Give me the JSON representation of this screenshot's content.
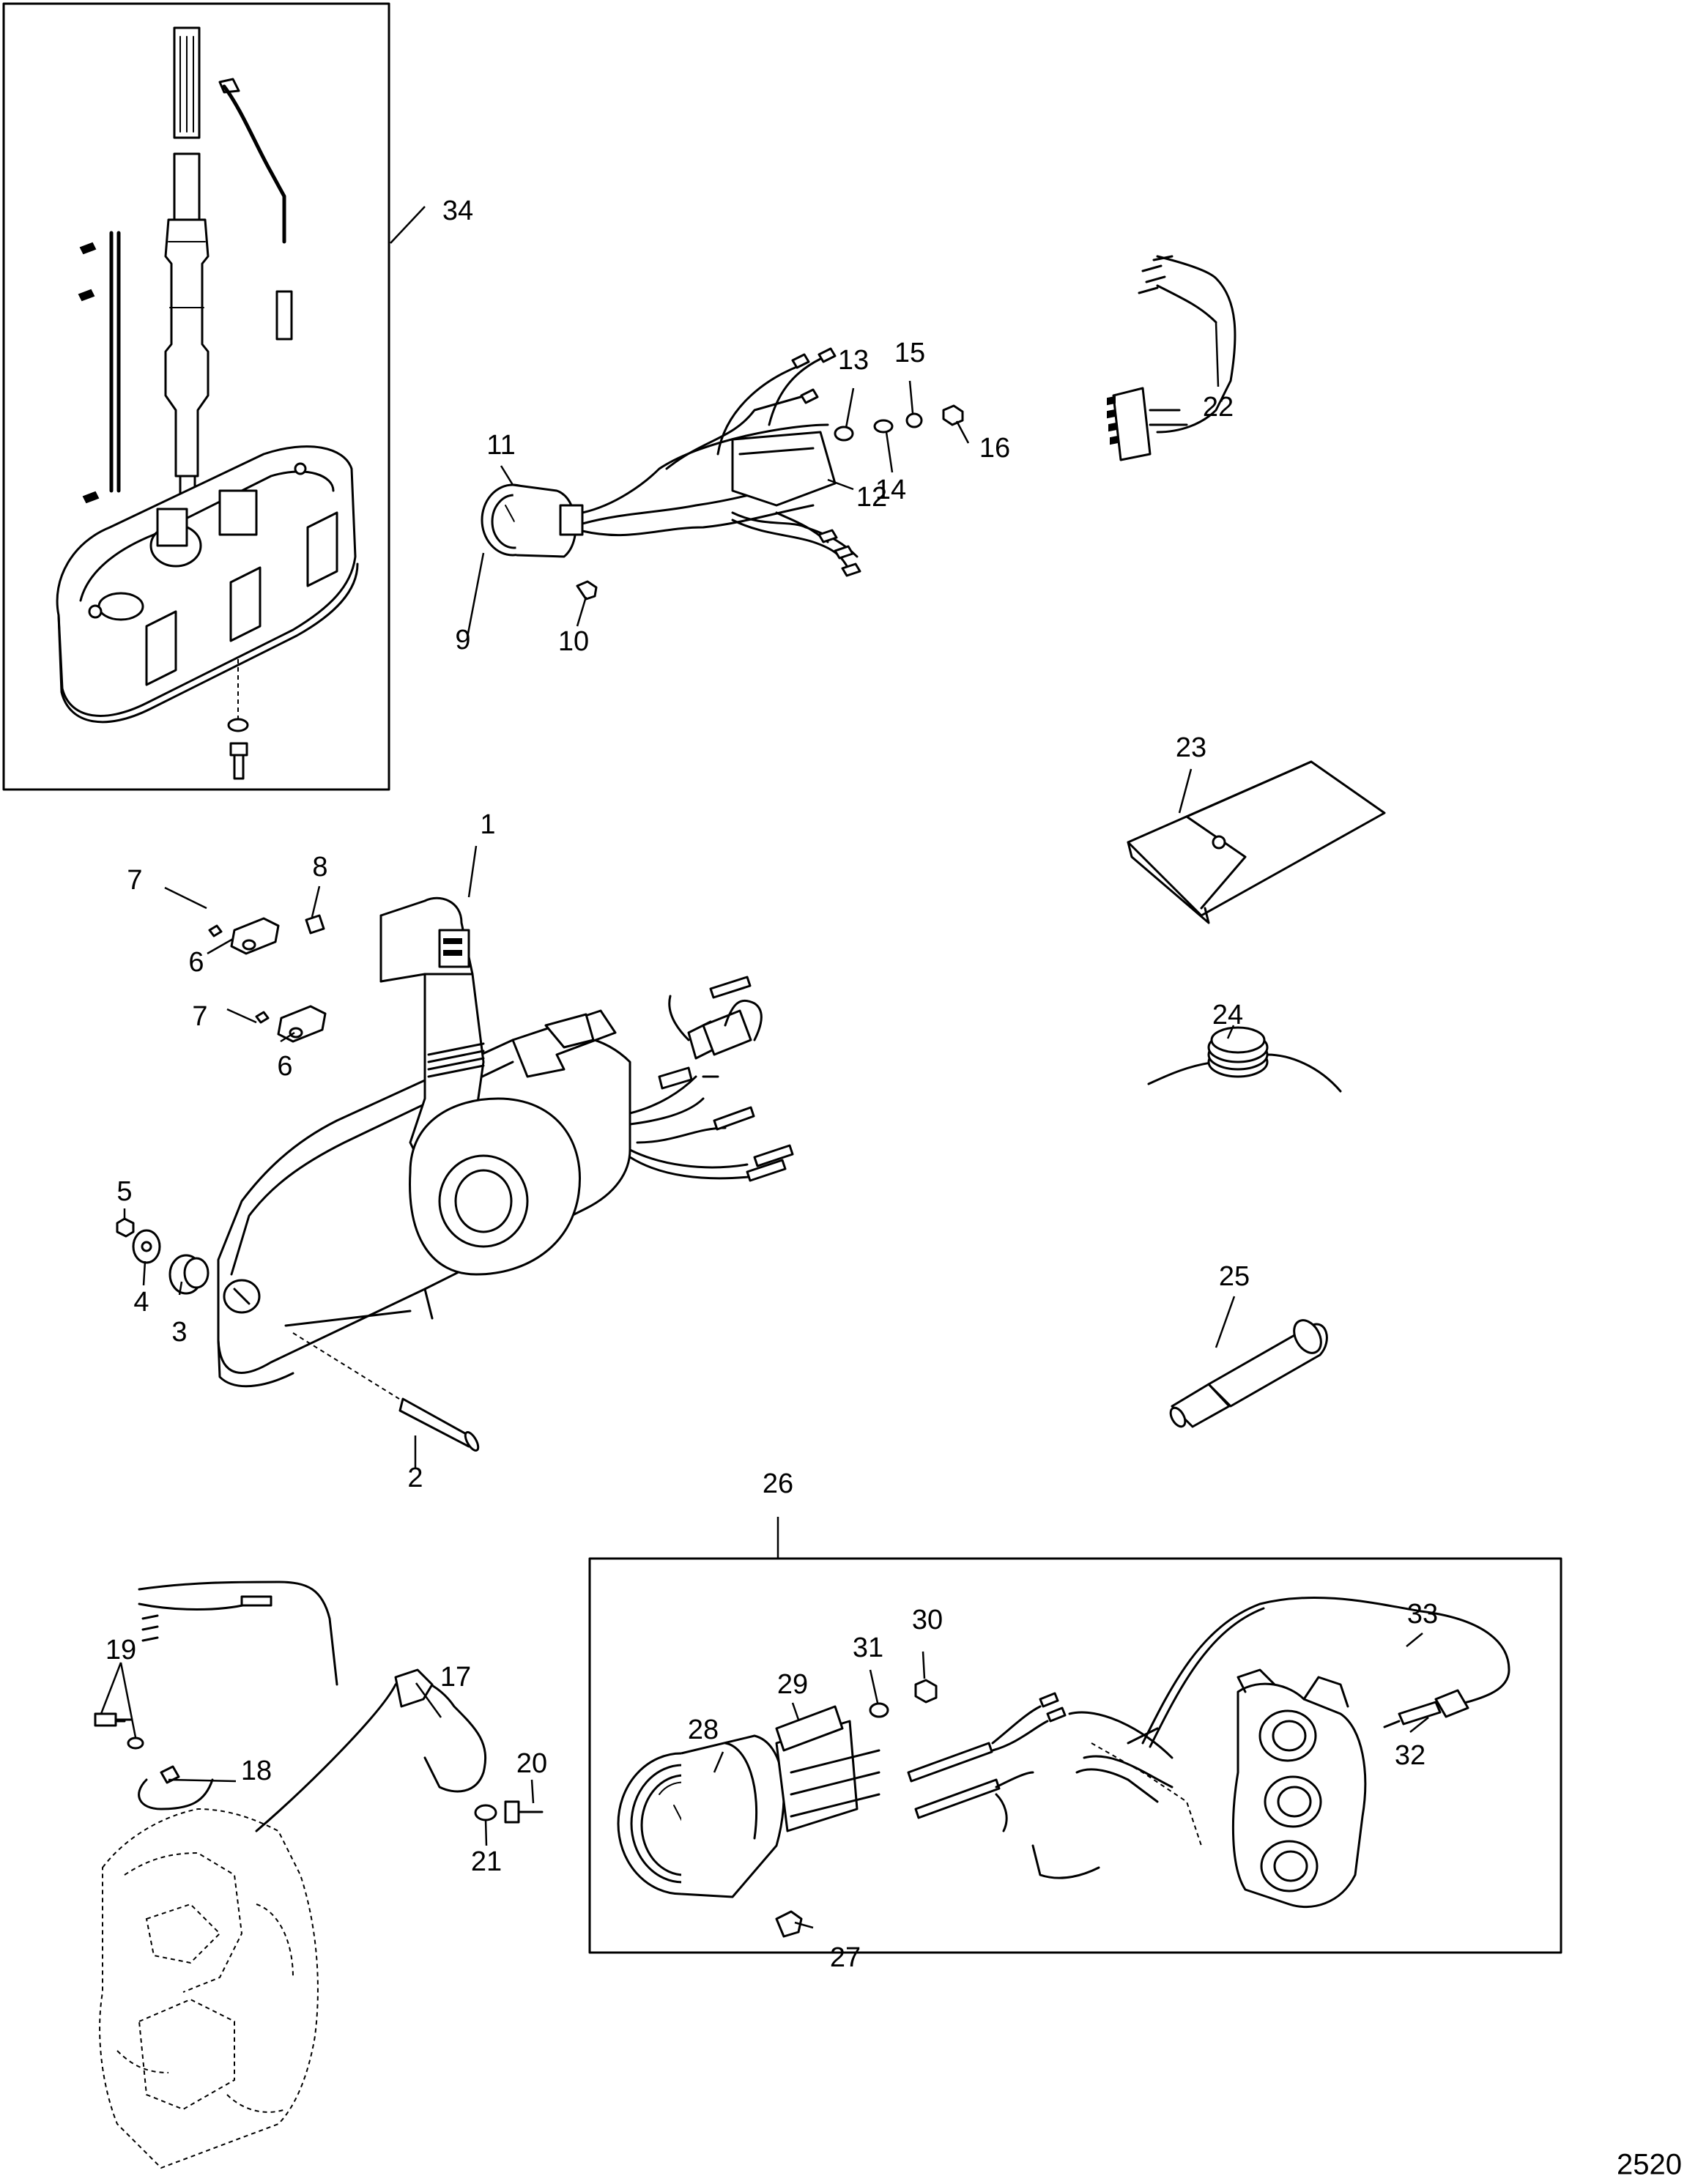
{
  "diagram_ref": "2520",
  "labels": {
    "l1": "1",
    "l2": "2",
    "l3": "3",
    "l4": "4",
    "l5": "5",
    "l6a": "6",
    "l6b": "6",
    "l7a": "7",
    "l7b": "7",
    "l8": "8",
    "l9": "9",
    "l10": "10",
    "l11": "11",
    "l12": "12",
    "l13": "13",
    "l14": "14",
    "l15": "15",
    "l16": "16",
    "l17": "17",
    "l18": "18",
    "l19": "19",
    "l20": "20",
    "l21": "21",
    "l22": "22",
    "l23": "23",
    "l24": "24",
    "l25": "25",
    "l26": "26",
    "l27": "27",
    "l28": "28",
    "l29": "29",
    "l30": "30",
    "l31": "31",
    "l32": "32",
    "l33": "33",
    "l34": "34"
  }
}
